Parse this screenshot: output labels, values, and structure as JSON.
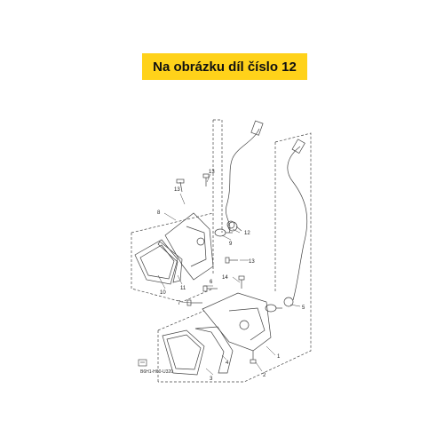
{
  "banner": {
    "text": "Na obrázku díl číslo 12",
    "background": "#FFD21A"
  },
  "diagram": {
    "drawing_code": "B6H1-H60-U320",
    "callouts": {
      "p1": "1",
      "p2": "2",
      "p3": "3",
      "p4": "4",
      "p5": "5",
      "p6": "6",
      "p7": "7",
      "p8": "8",
      "p9": "9",
      "p10": "10",
      "p11": "11",
      "p12": "12",
      "p13a": "13",
      "p13b": "13",
      "p14": "14"
    }
  }
}
